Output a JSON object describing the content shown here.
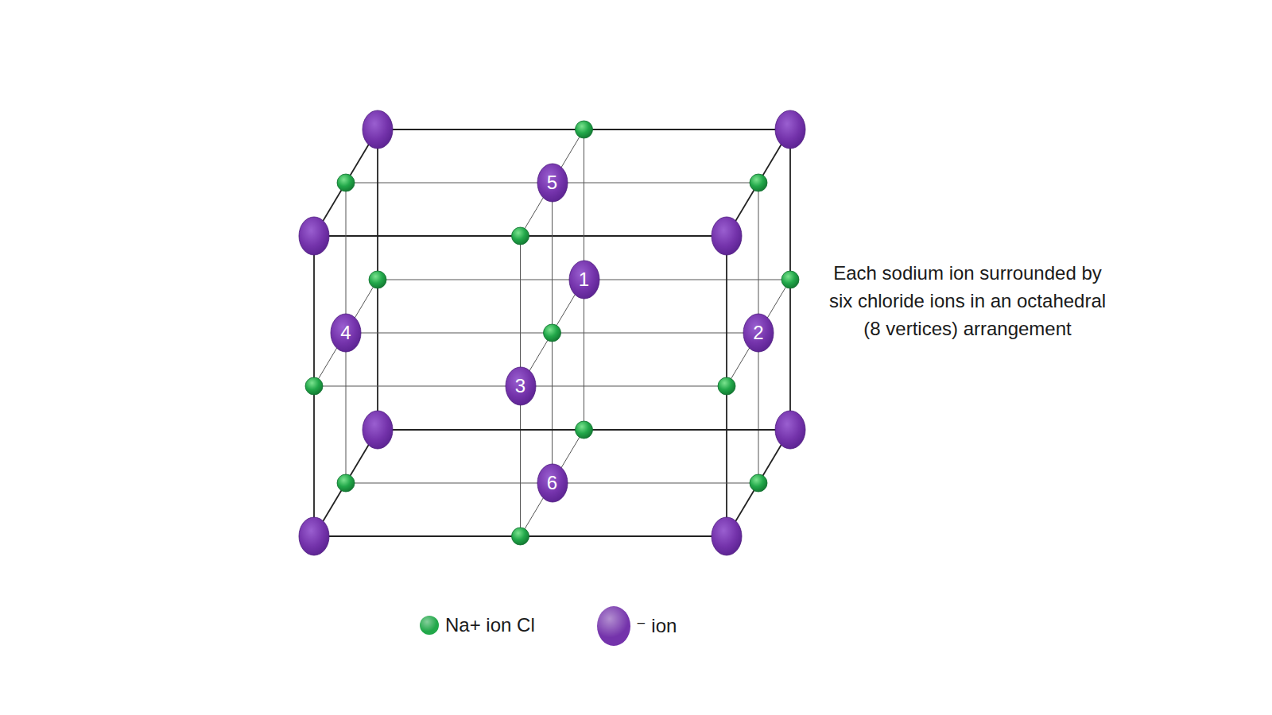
{
  "diagram": {
    "nodes": [
      {
        "text": [
          "1"
        ]
      },
      {
        "text": [
          "2"
        ]
      },
      {
        "text": [
          "3"
        ]
      },
      {
        "text": [
          "4"
        ]
      },
      {
        "text": [
          "5"
        ]
      },
      {
        "text": [
          "6"
        ]
      }
    ],
    "labels": [
      "Each sodium ion surrounded by six chloride ions in an octahedral (8 vertices) arrangement"
    ],
    "legend": [
      {
        "text": "Na+ ion Cl",
        "color": "#22a84a"
      },
      {
        "text": "⁻ ion",
        "color": "#7433ab"
      }
    ]
  }
}
